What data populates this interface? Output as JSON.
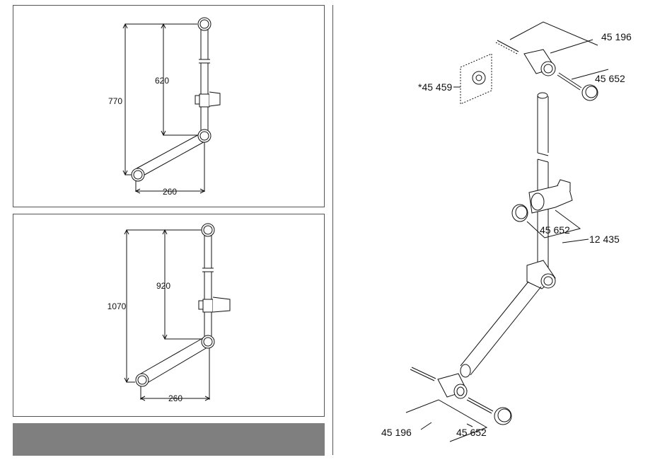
{
  "variant_short": {
    "total_height": "770",
    "upper_height": "620",
    "horizontal_offset": "260"
  },
  "variant_long": {
    "total_height": "1070",
    "upper_height": "920",
    "horizontal_offset": "260"
  },
  "exploded_view": {
    "labels": {
      "top_bracket": "45 196",
      "top_cap": "45 652",
      "wall_plate": "*45 459",
      "slider_cap": "45 652",
      "slider": "12 435",
      "bottom_bracket": "45 196",
      "bottom_cap": "45 652"
    }
  },
  "colors": {
    "line": "#111111",
    "frame": "#555555",
    "band": "#7f7f7f"
  }
}
